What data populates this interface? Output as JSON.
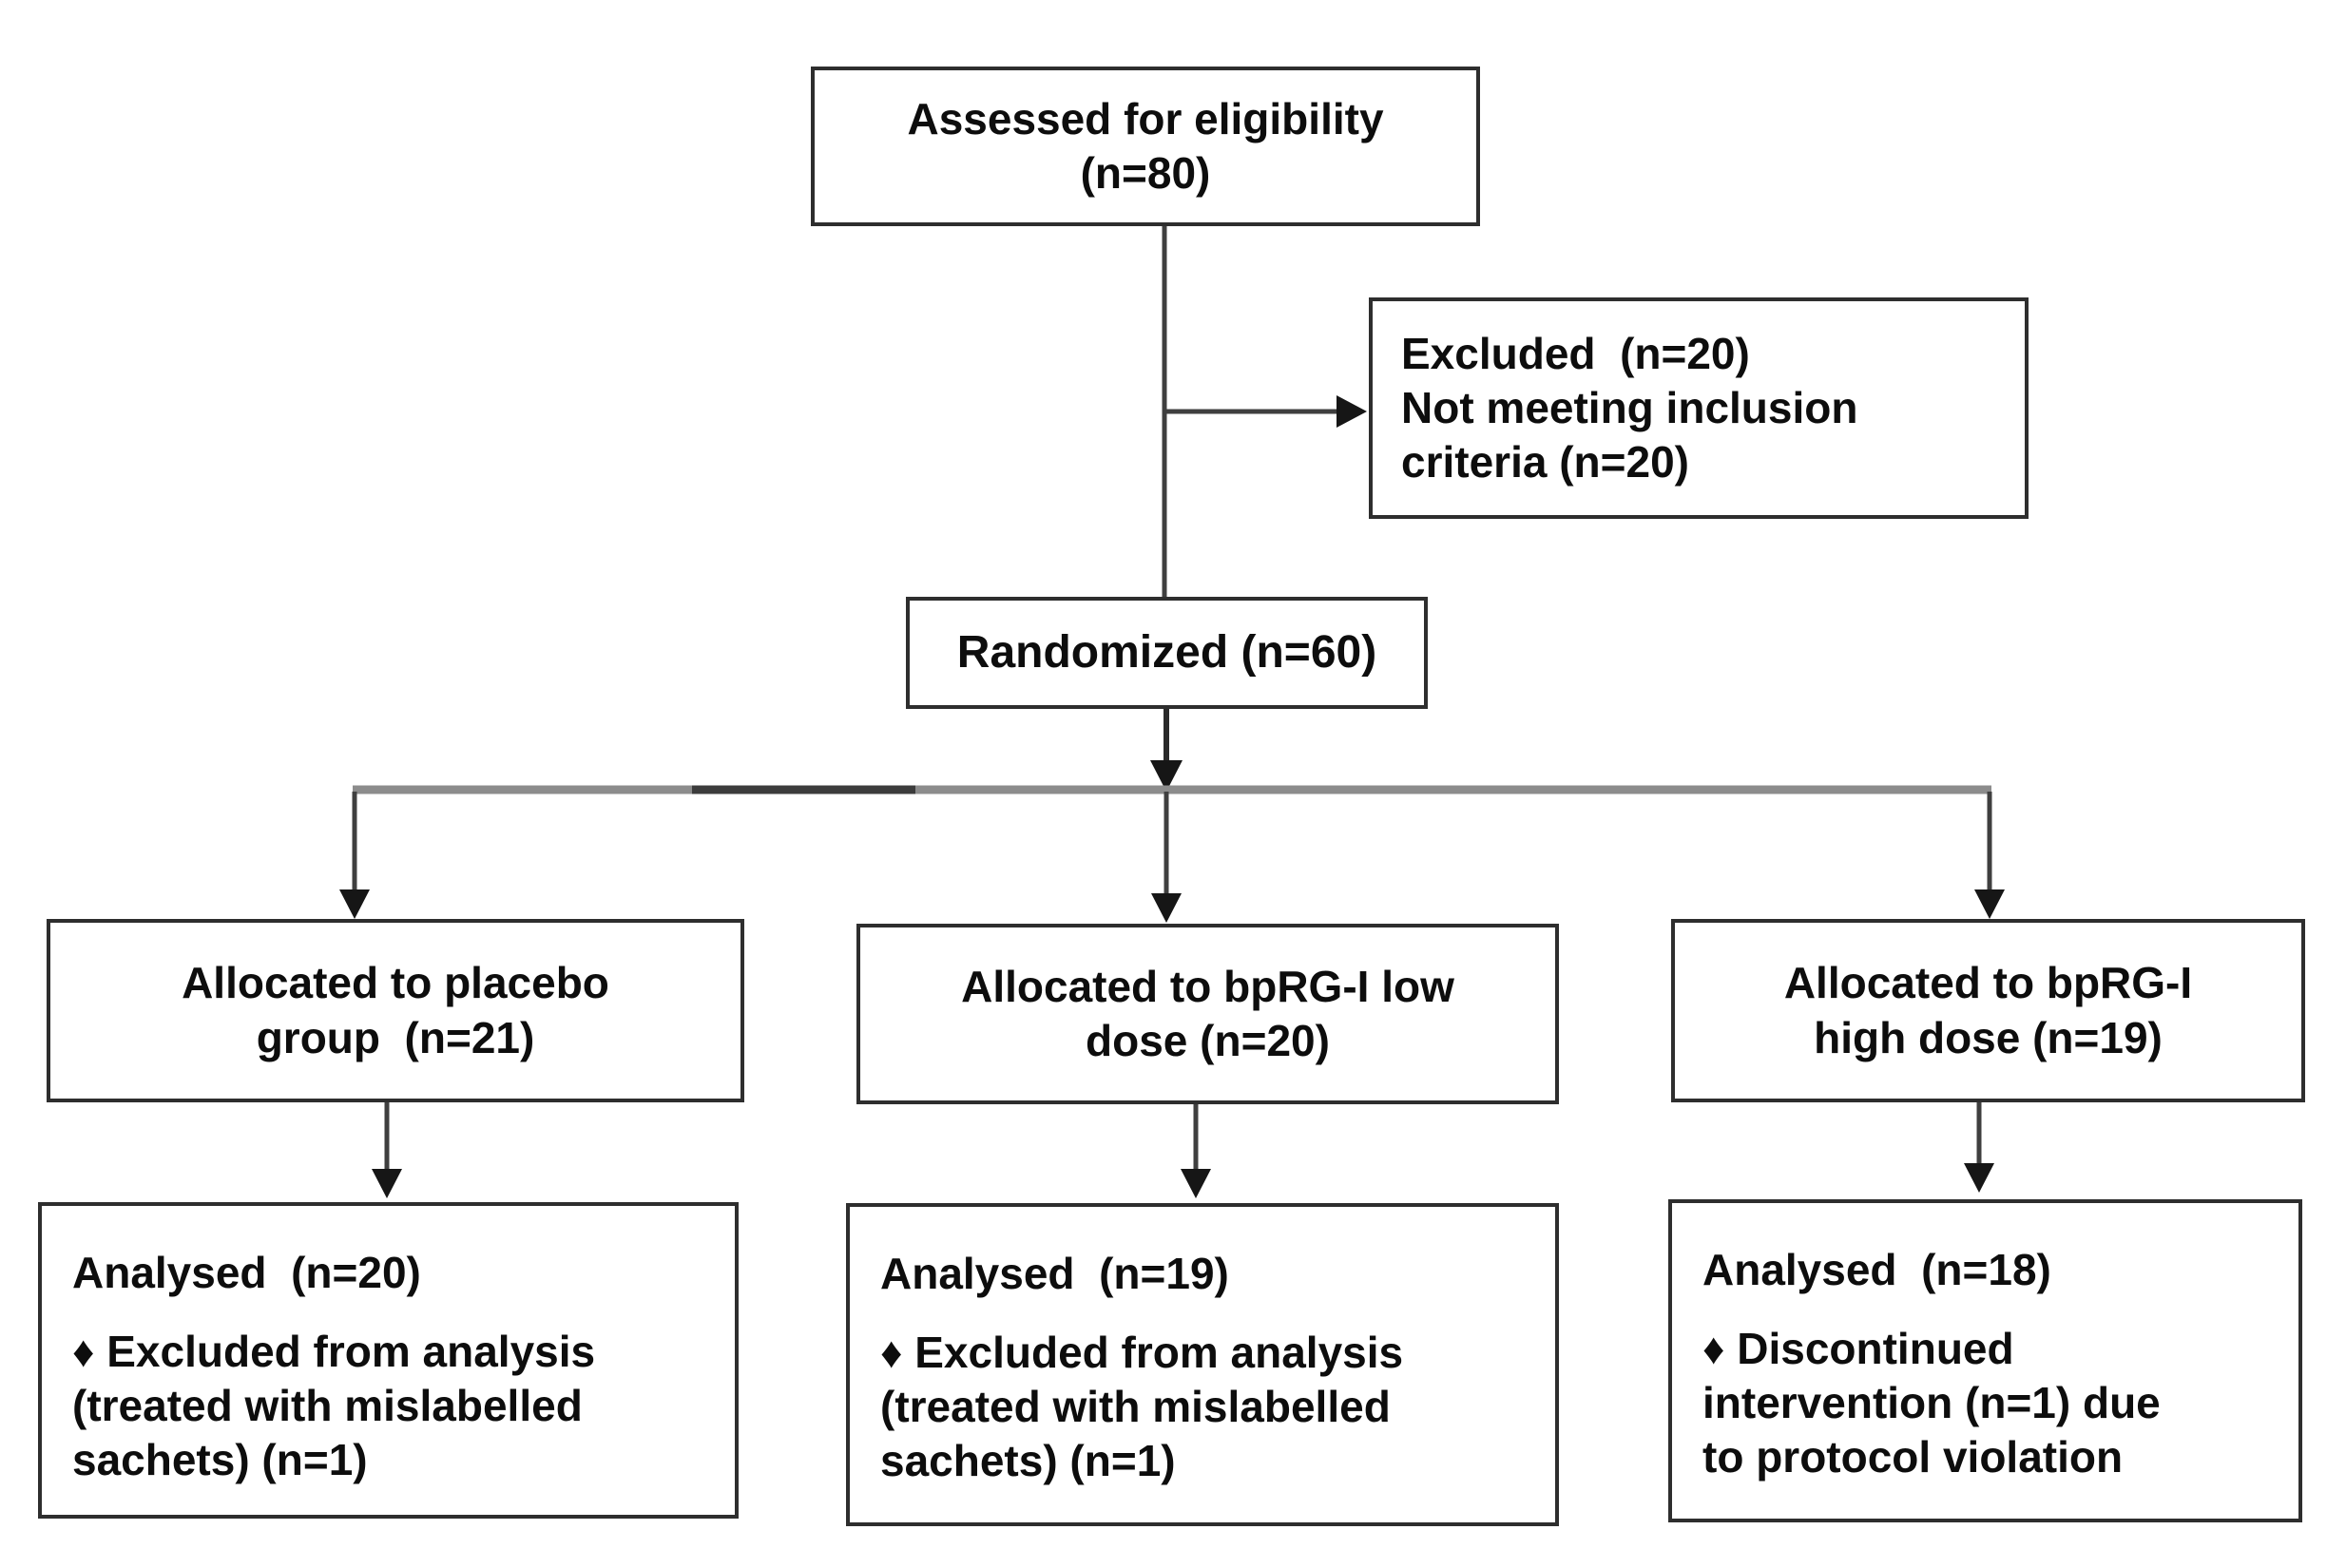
{
  "diagram_type": "consort-flowchart",
  "boxes": {
    "assessed": {
      "lines": [
        "Assessed for eligibility",
        "(n=80)"
      ]
    },
    "excluded": {
      "lines": [
        "Excluded  (n=20)",
        "Not meeting inclusion",
        "criteria (n=20)"
      ]
    },
    "randomized": {
      "lines": [
        "Randomized (n=60)"
      ]
    },
    "alloc_placebo": {
      "lines": [
        "Allocated to placebo",
        "group  (n=21)"
      ]
    },
    "alloc_low_dose": {
      "lines": [
        "Allocated to bpRG-I low",
        "dose (n=20)"
      ]
    },
    "alloc_high_dose": {
      "lines": [
        "Allocated to bpRG-I",
        "high dose (n=19)"
      ]
    },
    "analysed_placebo": {
      "lines": [
        "Analysed  (n=20)",
        "♦ Excluded from analysis",
        "(treated with mislabelled",
        "sachets) (n=1)"
      ]
    },
    "analysed_low_dose": {
      "lines": [
        "Analysed  (n=19)",
        "♦ Excluded from analysis",
        "(treated with mislabelled",
        "sachets) (n=1)"
      ]
    },
    "analysed_high_dose": {
      "lines": [
        "Analysed  (n=18)",
        "♦ Discontinued",
        "intervention (n=1) due",
        "to protocol violation"
      ]
    }
  },
  "colors": {
    "background": "#ffffff",
    "box_border": "#2e2e2e",
    "text": "#0d0d0d",
    "connector": "#3f3f3f",
    "arrowhead": "#161616",
    "branch_line": "#8c8c8c",
    "branch_line_dark_segment": "#3c3c3c"
  }
}
